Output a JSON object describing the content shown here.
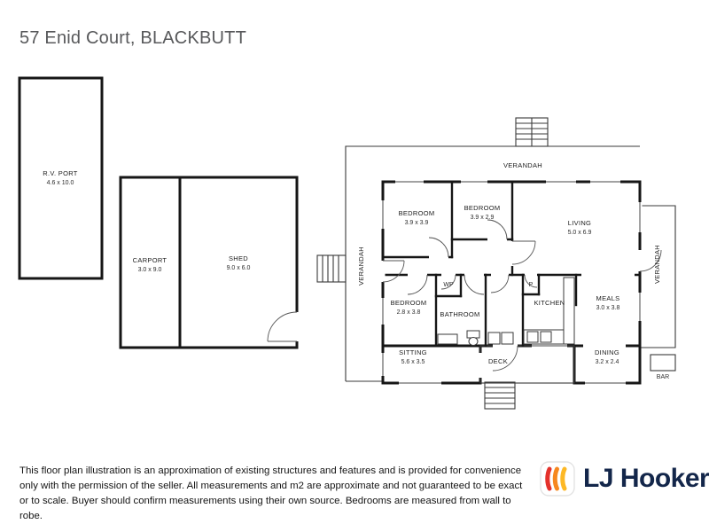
{
  "page": {
    "title": "57 Enid Court, BLACKBUTT"
  },
  "plan": {
    "rv_port": {
      "name": "R.V. PORT",
      "dims": "4.6 x 10.0"
    },
    "carport": {
      "name": "CARPORT",
      "dims": "3.0 x 9.0"
    },
    "shed": {
      "name": "SHED",
      "dims": "9.0 x 6.0"
    },
    "verandah_top": "VERANDAH",
    "verandah_left": "VERANDAH",
    "verandah_right": "VERANDAH",
    "bedroom_1": {
      "name": "BEDROOM",
      "dims": "3.9 x 3.9"
    },
    "bedroom_2": {
      "name": "BEDROOM",
      "dims": "3.9 x 2.9"
    },
    "living": {
      "name": "LIVING",
      "dims": "5.0 x 6.9"
    },
    "bedroom_3": {
      "name": "BEDROOM",
      "dims": "2.8 x 3.8"
    },
    "bathroom": {
      "name": "BATHROOM"
    },
    "wp": "WP",
    "pantry": "P",
    "kitchen": {
      "name": "KITCHEN"
    },
    "meals": {
      "name": "MEALS",
      "dims": "3.0 x 3.8"
    },
    "sitting": {
      "name": "SITTING",
      "dims": "5.6 x 3.5"
    },
    "deck": {
      "name": "DECK"
    },
    "dining": {
      "name": "DINING",
      "dims": "3.2 x 2.4"
    },
    "bar": "BAR"
  },
  "disclaimer": "This floor plan illustration is an approximation of existing structures and features and is provided for convenience only with the permission of the seller. All measurements and m2 are approximate and not guaranteed to be exact or to scale. Buyer should confirm measurements using their own source. Bedrooms are measured from wall to robe.",
  "branding": {
    "name": "LJ Hooker",
    "colors": {
      "red": "#e4312b",
      "orange": "#f6871f",
      "yellow": "#fdb825",
      "navy": "#13264a"
    }
  }
}
